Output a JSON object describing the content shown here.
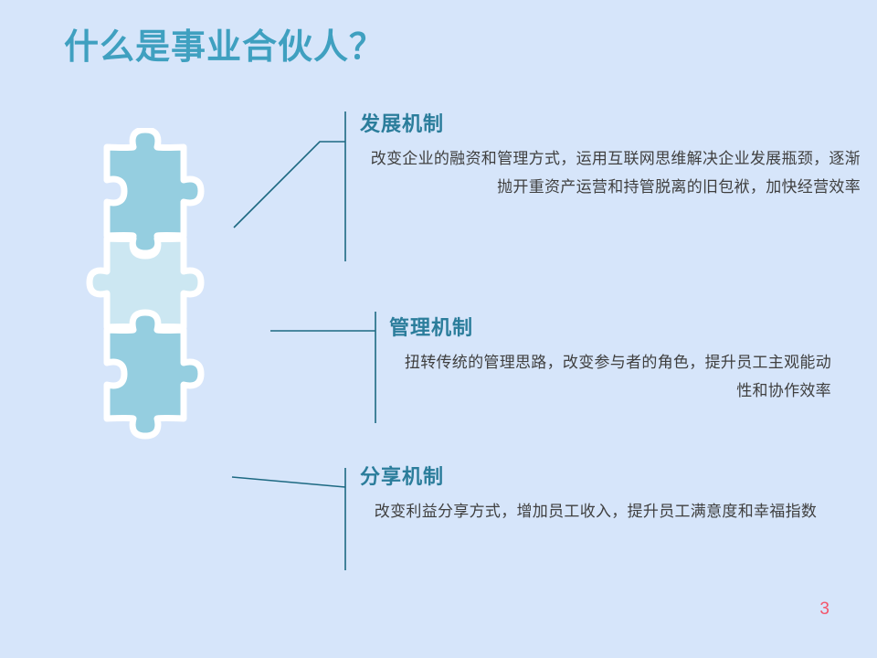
{
  "slide": {
    "title": "什么是事业合伙人？",
    "page_number": "3",
    "background_color": "#d6e5fa",
    "title_color": "#3fa0c0",
    "heading_color": "#2b7d9b",
    "body_color": "#3f3f3f",
    "page_number_color": "#f4556b"
  },
  "graphic": {
    "name": "puzzle-pieces",
    "piece_dark_color": "#95cee0",
    "piece_light_color": "#cce7f2",
    "piece_outline_color": "#ffffff",
    "connector_line_color": "#1d6982",
    "pieces": [
      {
        "label": "top-piece",
        "tone": "dark"
      },
      {
        "label": "middle-piece",
        "tone": "light"
      },
      {
        "label": "bottom-piece",
        "tone": "dark"
      }
    ]
  },
  "sections": [
    {
      "id": "development",
      "heading": "发展机制",
      "body": "改变企业的融资和管理方式，运用互联网思维解决企业发展瓶颈，逐渐抛开重资产运营和持管脱离的旧包袱，加快经营效率"
    },
    {
      "id": "management",
      "heading": "管理机制",
      "body": "扭转传统的管理思路，改变参与者的角色，提升员工主观能动性和协作效率"
    },
    {
      "id": "sharing",
      "heading": "分享机制",
      "body": "改变利益分享方式，增加员工收入，提升员工满意度和幸福指数"
    }
  ]
}
